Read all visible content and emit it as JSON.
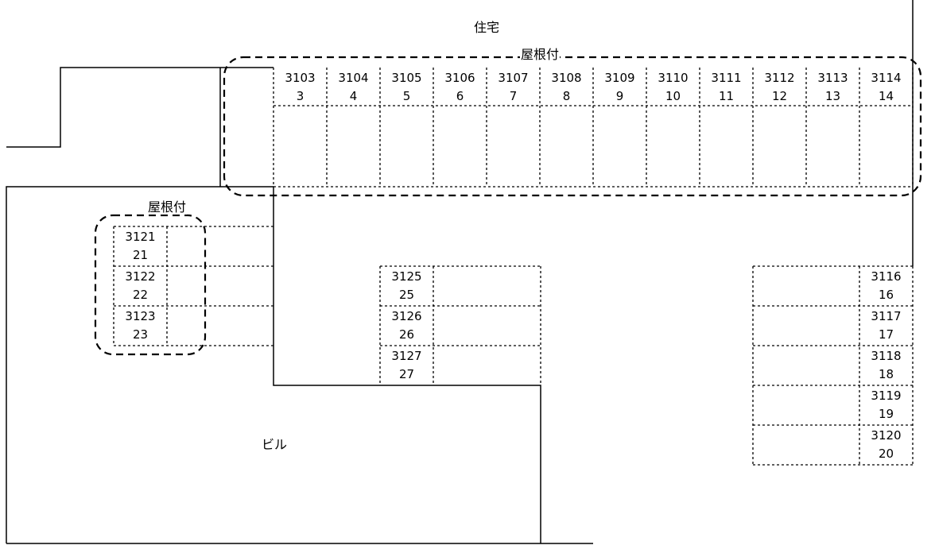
{
  "labels": {
    "house": "住宅",
    "roof_top": "屋根付",
    "roof_left": "屋根付",
    "building": "ビル"
  },
  "spaces": [
    {
      "code": "3103",
      "num": "3"
    },
    {
      "code": "3104",
      "num": "4"
    },
    {
      "code": "3105",
      "num": "5"
    },
    {
      "code": "3106",
      "num": "6"
    },
    {
      "code": "3107",
      "num": "7"
    },
    {
      "code": "3108",
      "num": "8"
    },
    {
      "code": "3109",
      "num": "9"
    },
    {
      "code": "3110",
      "num": "10"
    },
    {
      "code": "3111",
      "num": "11"
    },
    {
      "code": "3112",
      "num": "12"
    },
    {
      "code": "3113",
      "num": "13"
    },
    {
      "code": "3114",
      "num": "14"
    },
    {
      "code": "3116",
      "num": "16"
    },
    {
      "code": "3117",
      "num": "17"
    },
    {
      "code": "3118",
      "num": "18"
    },
    {
      "code": "3119",
      "num": "19"
    },
    {
      "code": "3120",
      "num": "20"
    },
    {
      "code": "3121",
      "num": "21"
    },
    {
      "code": "3122",
      "num": "22"
    },
    {
      "code": "3123",
      "num": "23"
    },
    {
      "code": "3125",
      "num": "25"
    },
    {
      "code": "3126",
      "num": "26"
    },
    {
      "code": "3127",
      "num": "27"
    }
  ]
}
